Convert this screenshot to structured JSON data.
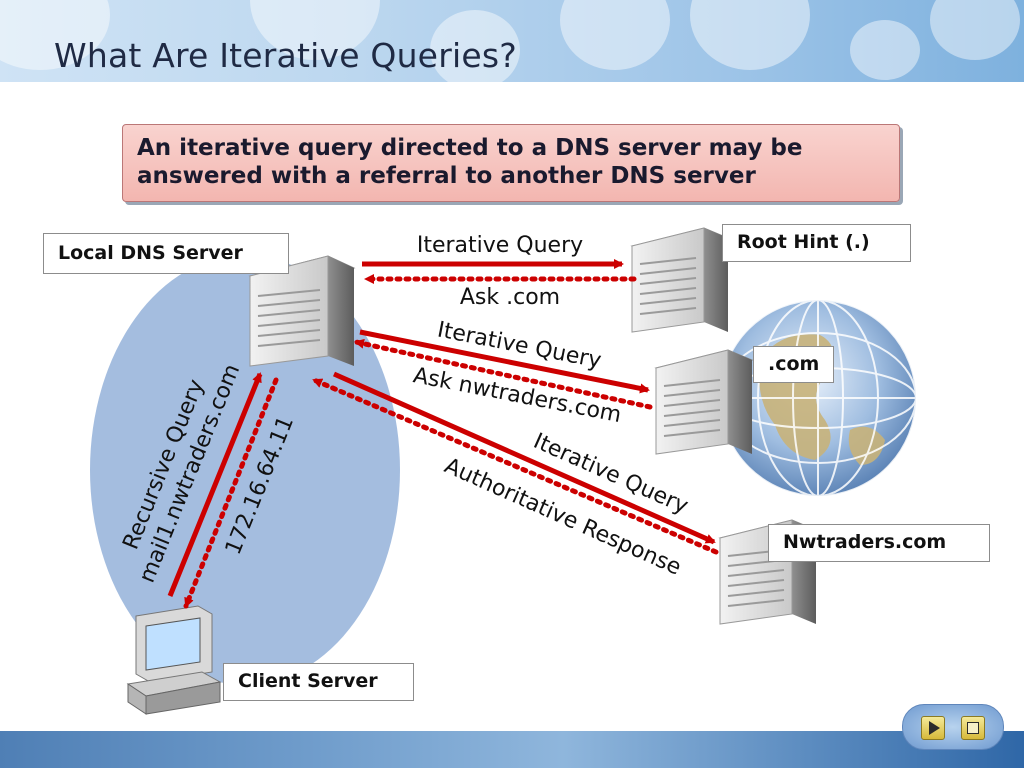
{
  "slide": {
    "title": "What Are Iterative Queries?",
    "callout_text": "An iterative query directed to a DNS server may be answered with a referral to another DNS server"
  },
  "labels": {
    "local_dns": "Local DNS Server",
    "root_hint": "Root Hint (.)",
    "com": ".com",
    "nwtraders": "Nwtraders.com",
    "client": "Client Server"
  },
  "arrows": {
    "root_query": "Iterative Query",
    "root_reply": "Ask .com",
    "com_query": "Iterative Query",
    "com_reply": "Ask nwtraders.com",
    "nw_query": "Iterative Query",
    "nw_reply": "Authoritative Response",
    "recursive_1": "Recursive Query",
    "recursive_2": "mail1.nwtraders.com",
    "client_reply": "172.16.64.11"
  },
  "colors": {
    "arrow_red": "#cc0000",
    "oval_blue": "#9ab6dc",
    "callout_pink": "#f3b6b0"
  },
  "nav": {
    "play_icon": "play-icon",
    "stop_icon": "stop-icon"
  }
}
